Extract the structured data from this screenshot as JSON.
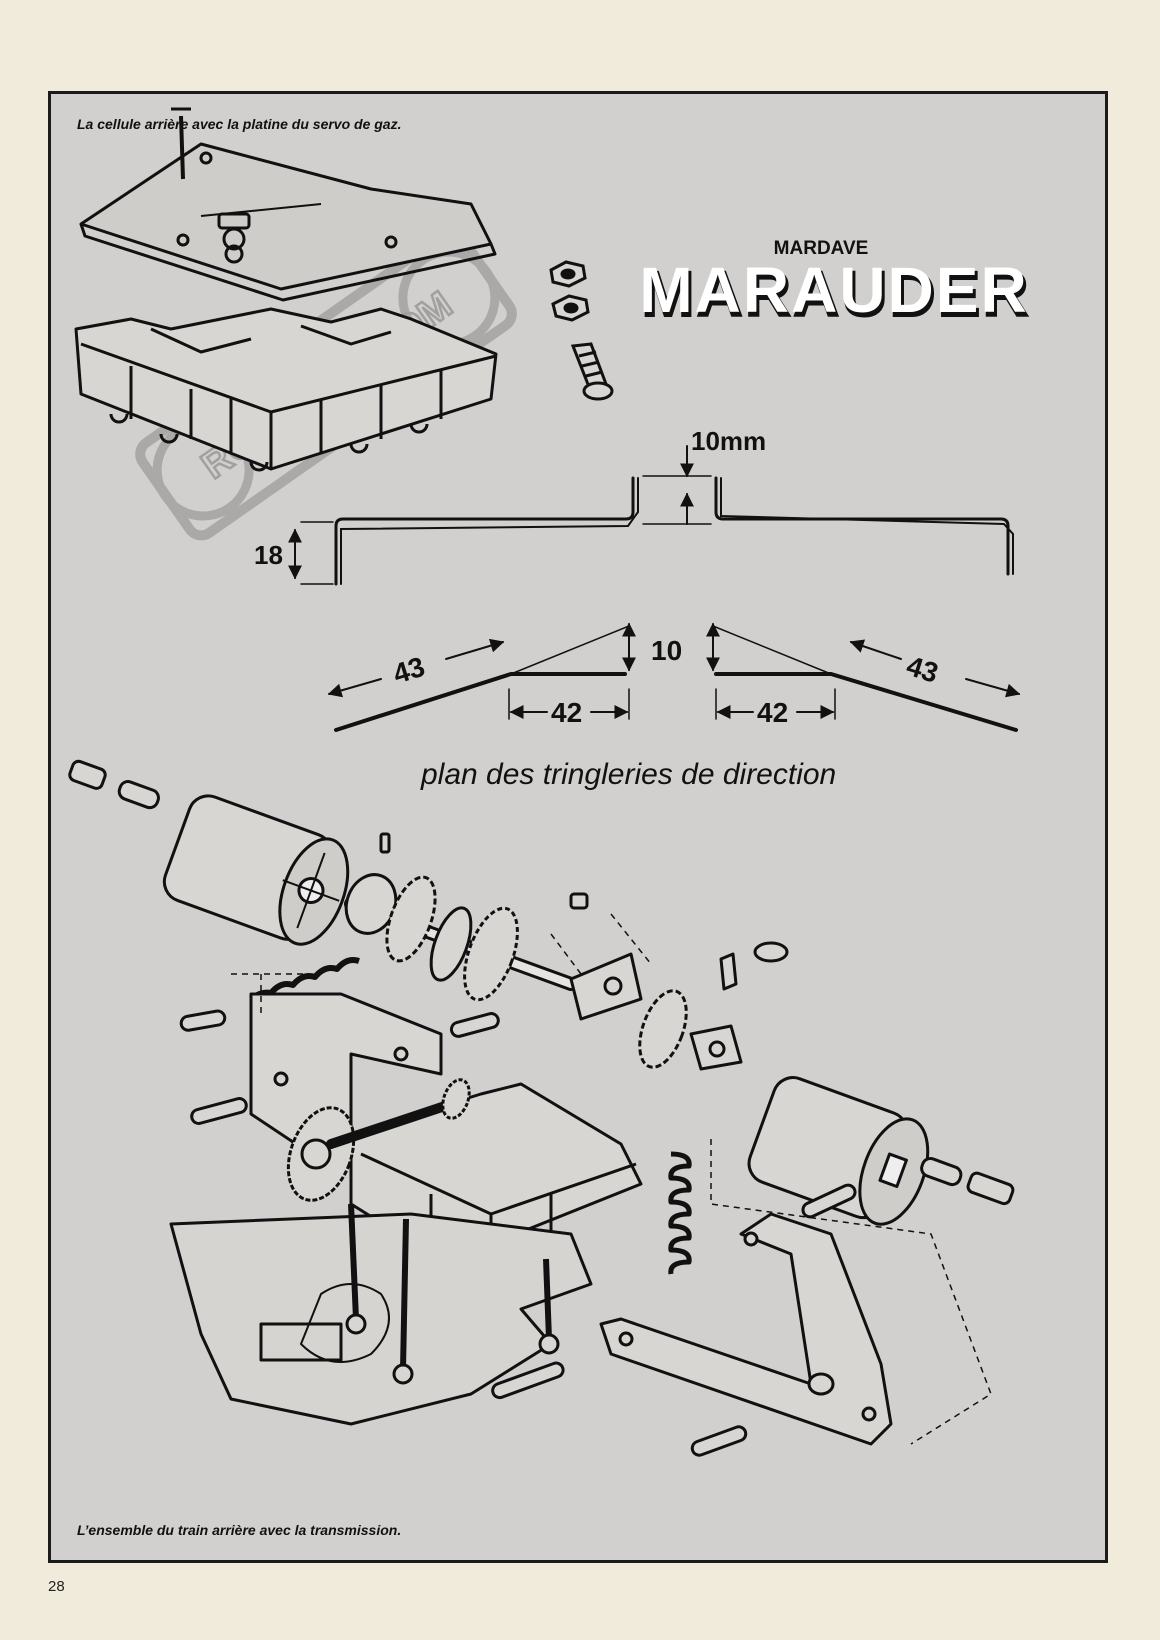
{
  "captions": {
    "top": "La cellule arrière avec la platine du servo de gaz.",
    "bottom": "L’ensemble du train arrière avec la transmission."
  },
  "brand": {
    "maker": "MARDAVE",
    "model": "MARAUDER"
  },
  "watermark": "RC-PAPER.COM",
  "drawing": {
    "title": "plan des tringleries de direction",
    "dims": {
      "gap_top": "10mm",
      "height_left": "18",
      "gap_mid": "10",
      "left_long": "43",
      "right_long": "43",
      "left_short": "42",
      "right_short": "42"
    }
  },
  "page": {
    "number": "28"
  }
}
